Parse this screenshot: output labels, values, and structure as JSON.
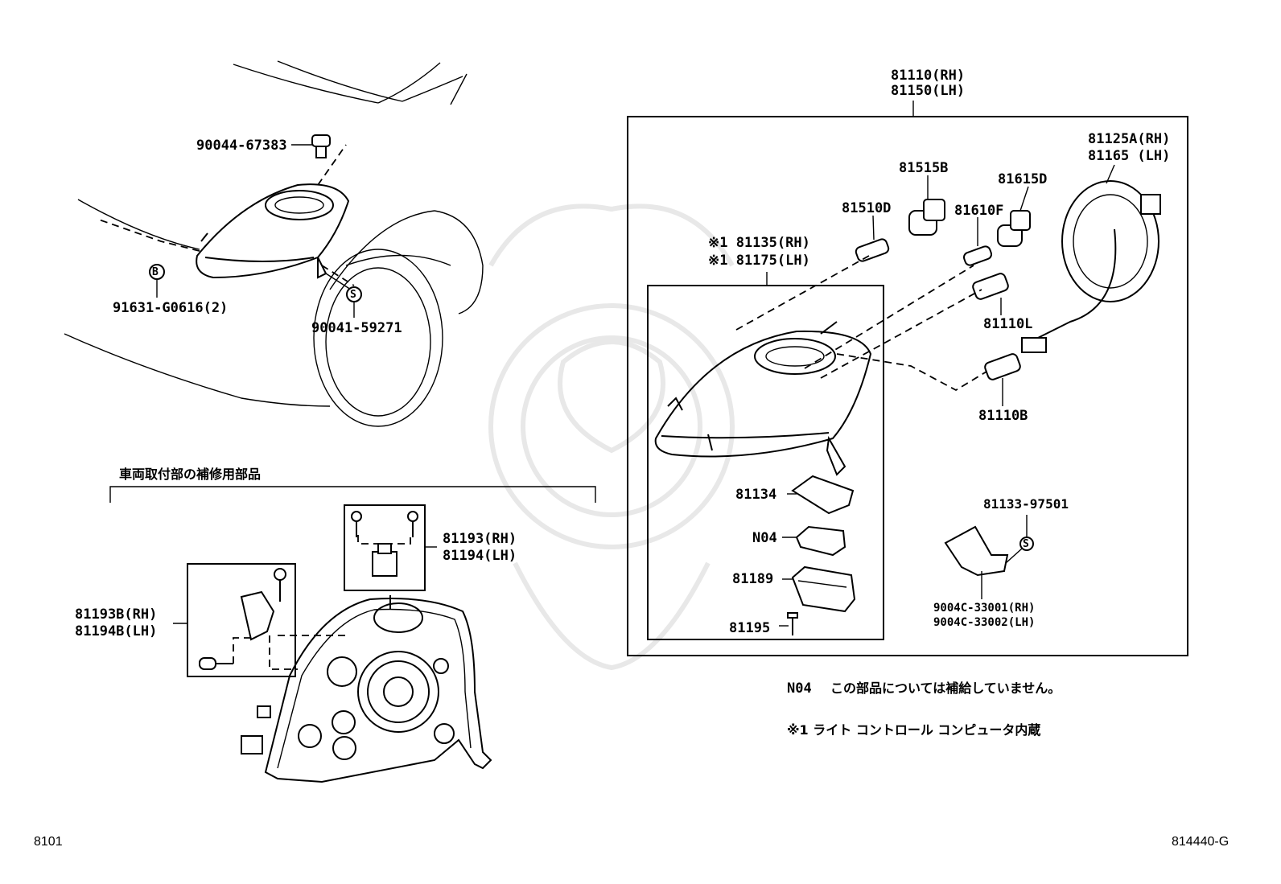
{
  "callouts": {
    "p90044": "90044-67383",
    "p91631": "91631-G0616(2)",
    "p90041": "90041-59271",
    "sym_b": "B",
    "sym_s": "S",
    "p81110": "81110(RH)",
    "p81150": "81150(LH)",
    "p81125a": "81125A(RH)",
    "p81165": "81165  (LH)",
    "p81515b": "81515B",
    "p81615d": "81615D",
    "p81510d": "81510D",
    "p81610f": "81610F",
    "p81135": "※1 81135(RH)",
    "p81175": "※1 81175(LH)",
    "p81110l": "81110L",
    "p81110b": "81110B",
    "p81134": "81134",
    "pN04": "N04",
    "p81189": "81189",
    "p81195": "81195",
    "p81133": "81133-97501",
    "p9004c1": "9004C-33001(RH)",
    "p9004c2": "9004C-33002(LH)",
    "p81193": "81193(RH)",
    "p81194": "81194(LH)",
    "p81193b": "81193B(RH)",
    "p81194b": "81194B(LH)",
    "repair_heading": "車両取付部の補修用部品"
  },
  "notes": {
    "n04_code": "N04",
    "n04_text": "この部品については補給していません。",
    "star_text": "※1 ライト コントロール コンピュータ内蔵"
  },
  "footer": {
    "left": "8101",
    "right": "814440-G"
  }
}
